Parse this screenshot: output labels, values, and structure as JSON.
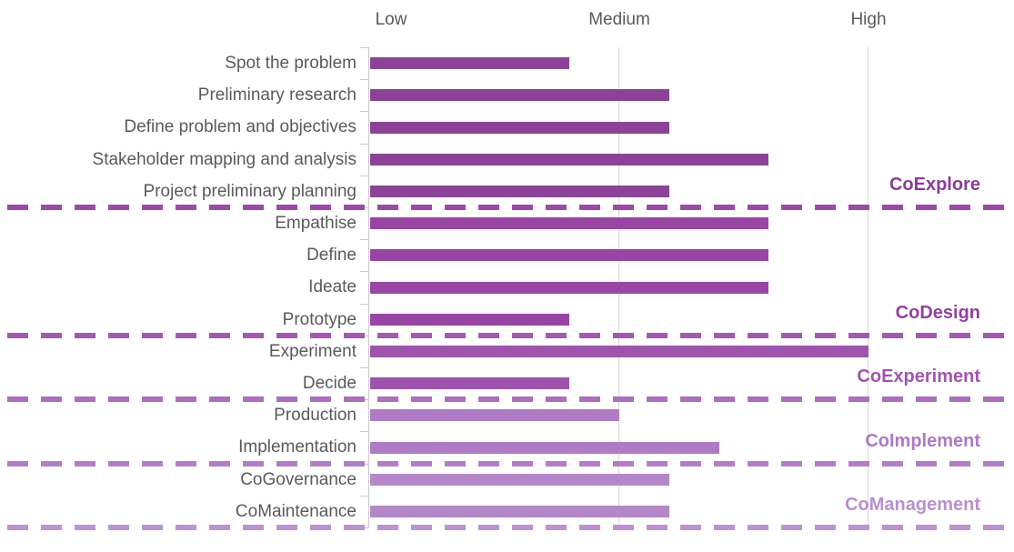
{
  "chart_data": {
    "type": "bar",
    "orientation": "horizontal",
    "title": "",
    "x_axis": {
      "labels": [
        "Low",
        "Medium",
        "High"
      ],
      "scale_values": [
        1,
        2,
        3
      ],
      "range": [
        1,
        3
      ],
      "gridlines": true
    },
    "legend": "none",
    "sections": [
      {
        "label": "CoExplore",
        "label_color": "#8B3D96",
        "bar_color": "#8B4397",
        "divider_color": "#9B4BA7",
        "items": [
          {
            "category": "Spot the problem",
            "value": 1.8
          },
          {
            "category": "Preliminary research",
            "value": 2.2
          },
          {
            "category": "Define problem and objectives",
            "value": 2.2
          },
          {
            "category": "Stakeholder mapping and analysis",
            "value": 2.6
          },
          {
            "category": "Project preliminary planning",
            "value": 2.2
          }
        ]
      },
      {
        "label": "CoDesign",
        "label_color": "#9440A0",
        "bar_color": "#9845A3",
        "divider_color": "#A259B1",
        "items": [
          {
            "category": "Empathise",
            "value": 2.6
          },
          {
            "category": "Define",
            "value": 2.6
          },
          {
            "category": "Ideate",
            "value": 2.6
          },
          {
            "category": "Prototype",
            "value": 1.8
          }
        ]
      },
      {
        "label": "CoExperiment",
        "label_color": "#A055AE",
        "bar_color": "#9D55AC",
        "divider_color": "#AB6FBD",
        "items": [
          {
            "category": "Experiment",
            "value": 3.0
          },
          {
            "category": "Decide",
            "value": 1.8
          }
        ]
      },
      {
        "label": "CoImplement",
        "label_color": "#AE79C3",
        "bar_color": "#AF7CC4",
        "divider_color": "#B27EC6",
        "items": [
          {
            "category": "Production",
            "value": 2.0
          },
          {
            "category": "Implementation",
            "value": 2.4
          }
        ]
      },
      {
        "label": "CoManagement",
        "label_color": "#BA8FCE",
        "bar_color": "#B487C9",
        "divider_color": "#BC92D0",
        "items": [
          {
            "category": "CoGovernance",
            "value": 2.2
          },
          {
            "category": "CoMaintenance",
            "value": 2.2
          }
        ]
      }
    ]
  },
  "colors": {
    "background": "#FFFFFF",
    "axis_line": "#C9C9C9",
    "gridline": "#D9D9D9",
    "category_text": "#5A5A5A",
    "axis_label_text": "#5A5A5A"
  }
}
